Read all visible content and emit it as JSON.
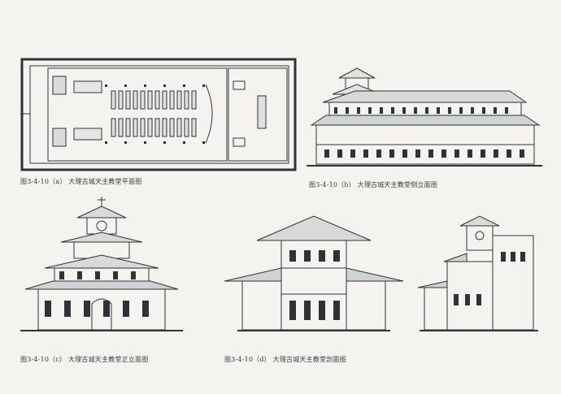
{
  "captions": {
    "a": "图3-4-10（a） 大理古城天主教堂平面图",
    "b": "图3-4-10（b） 大理古城天主教堂侧立面图",
    "c": "图3-4-10（c） 大理古城天主教堂正立面图",
    "d": "图3-4-10（d） 大理古城天主教堂剖面图"
  },
  "colors": {
    "line": "#2e3338",
    "paper": "#f5f3ef",
    "hatch": "#7e8a92"
  }
}
